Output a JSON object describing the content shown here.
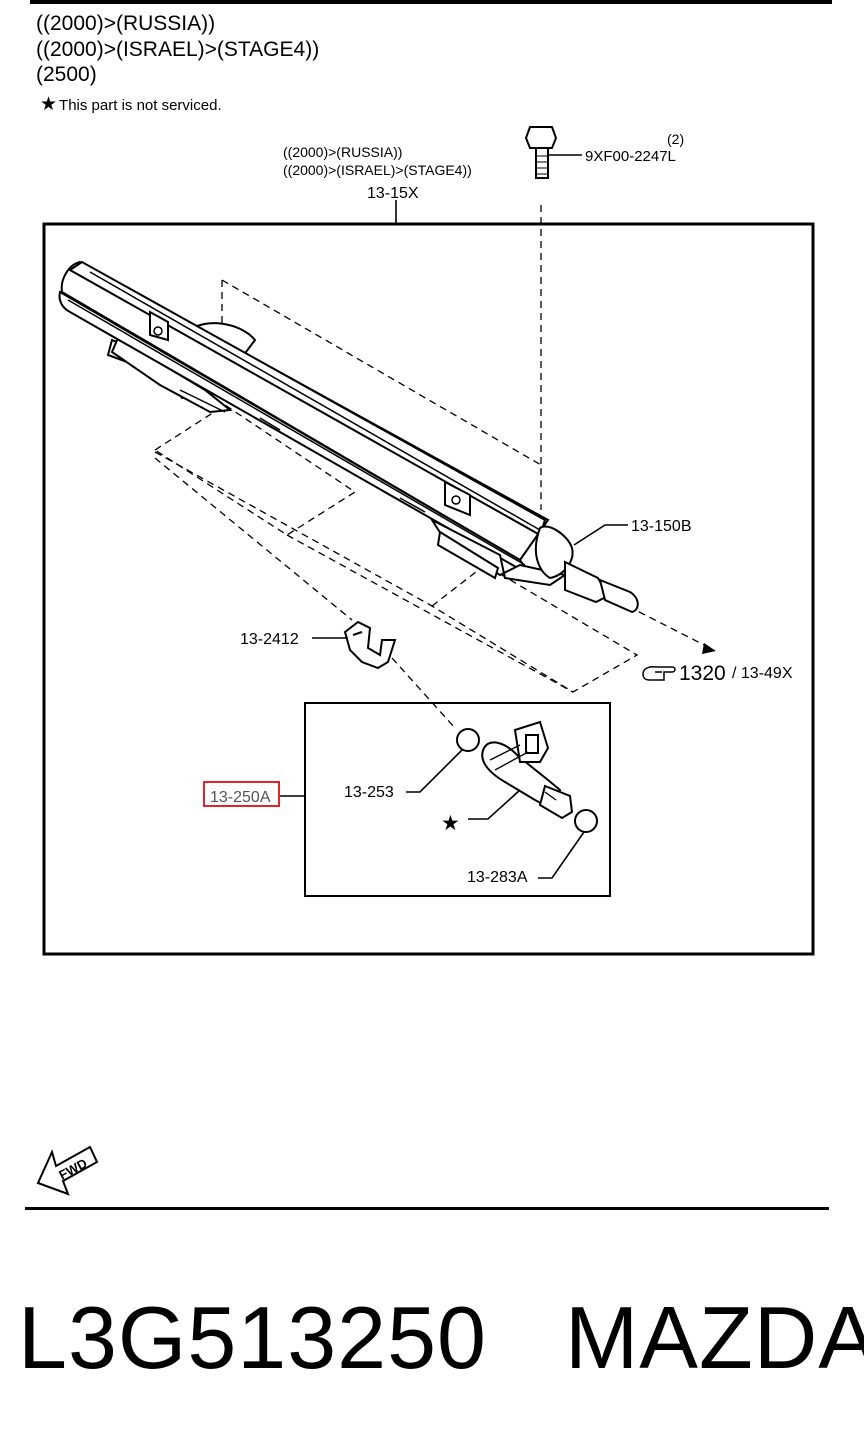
{
  "header": {
    "lines": [
      "((2000)>(RUSSIA))",
      "((2000)>(ISRAEL)>(STAGE4))",
      "(2500)"
    ],
    "note_symbol": "★",
    "note_text": "This part is not serviced."
  },
  "callouts": {
    "rail_variant_1": "((2000)>(RUSSIA))",
    "rail_variant_2": "((2000)>(ISRAEL)>(STAGE4))",
    "rail": "13-15X",
    "bolt": "9XF00-2247L",
    "bolt_qty": "(2)",
    "damper": "13-150B",
    "clip": "13-2412",
    "ref_number": "1320",
    "ref_code": "/ 13-49X",
    "injector_assy": "13-250A",
    "o_ring_upper": "13-253",
    "injector_star": "★",
    "o_ring_lower": "13-283A",
    "fwd": "FWD"
  },
  "footer": {
    "part_number": "L3G513250",
    "brand": "MAZDA"
  },
  "colors": {
    "line": "#000000",
    "highlight": "#e0242a",
    "highlight_text": "#555555"
  }
}
